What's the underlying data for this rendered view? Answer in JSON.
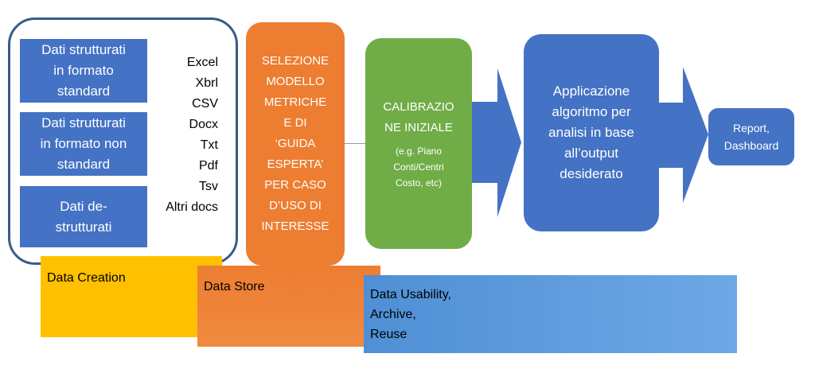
{
  "input": {
    "boxes": [
      {
        "lines": [
          "Dati strutturati",
          "in formato",
          "standard"
        ]
      },
      {
        "lines": [
          "Dati strutturati",
          "in formato non",
          "standard"
        ]
      },
      {
        "lines": [
          "Dati de-",
          "strutturati"
        ]
      }
    ],
    "formats": [
      "Excel",
      "Xbrl",
      "CSV",
      "Docx",
      "Txt",
      "Pdf",
      "Tsv",
      "Altri docs"
    ]
  },
  "selezione": {
    "lines": [
      "SELEZIONE",
      "MODELLO",
      "METRICHE",
      "E DI",
      "‘GUIDA",
      "ESPERTA’",
      "PER CASO",
      "D’USO DI",
      "INTERESSE"
    ]
  },
  "calibrazione": {
    "lines": [
      "CALIBRAZIO",
      "NE INIZIALE"
    ],
    "sub_lines": [
      "(e.g. Piano",
      "Conti/Centri",
      "Costo, etc)"
    ]
  },
  "applicazione": {
    "lines": [
      "Applicazione",
      "algoritmo per",
      "analisi in base",
      "all’output",
      "desiderato"
    ]
  },
  "report": {
    "lines": [
      "Report,",
      "Dashboard"
    ]
  },
  "bands": {
    "creation": {
      "lines": [
        "Data Creation"
      ]
    },
    "store": {
      "lines": [
        "Data Store"
      ]
    },
    "usability": {
      "lines": [
        "Data Usability,",
        "Archive,",
        "Reuse"
      ]
    }
  },
  "colors": {
    "blue": "#4472c4",
    "orange": "#ed7d31",
    "green": "#70ad47",
    "yellow": "#ffc000",
    "light_blue": "#5b9bd5",
    "frame": "#3a5a8c"
  }
}
